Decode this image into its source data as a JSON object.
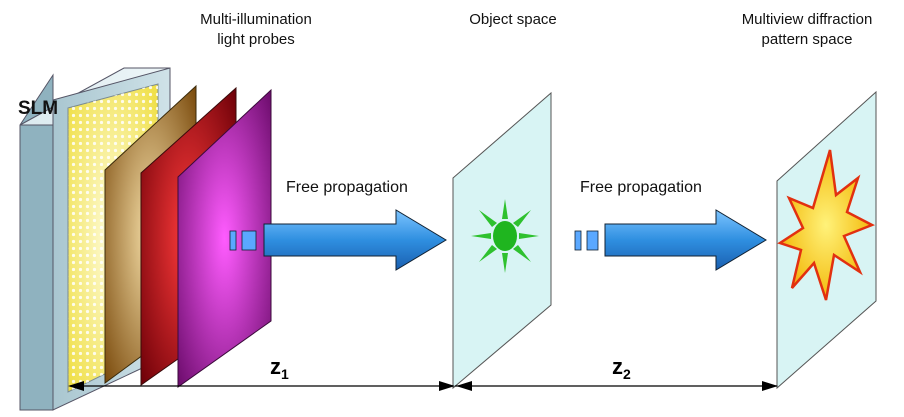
{
  "labels": {
    "slm": "SLM",
    "probes": [
      "Multi-illumination",
      "light probes"
    ],
    "object_space": "Object space",
    "pattern_space": [
      "Multiview diffraction",
      "pattern space"
    ],
    "free_propagation_1": "Free propagation",
    "free_propagation_2": "Free propagation",
    "z1_base": "z",
    "z1_sub": "1",
    "z2_base": "z",
    "z2_sub": "2"
  },
  "colors": {
    "slm_frame": "#b9d3dc",
    "slm_screen": "#f3e96a",
    "probe_1": "#a8731a",
    "probe_2": "#b0101a",
    "probe_3": "#b41cb4",
    "panel": "#d8f4f4",
    "arrow": "#2f8fe0",
    "object_star": "#2ec12e",
    "pattern_burst": "#f5c31e",
    "pattern_outline": "#e23010"
  }
}
